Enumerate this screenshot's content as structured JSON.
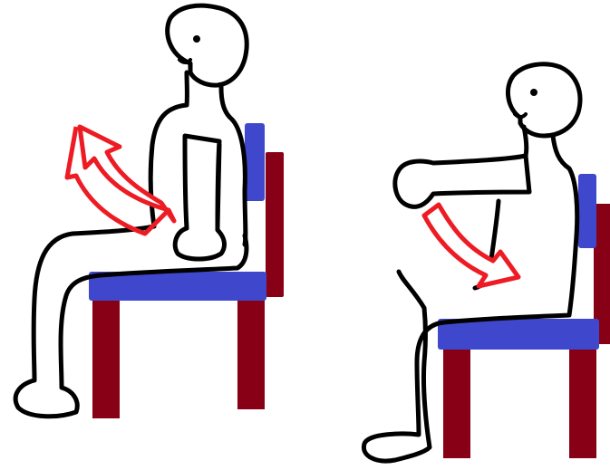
{
  "colors": {
    "background": "#ffffff",
    "outline": "#000000",
    "seat": "#3f48cc",
    "chair_frame": "#880015",
    "arrow": "#ed1c24"
  },
  "figures": [
    {
      "pose": "seated-arm-raise",
      "arrow_direction": "up"
    },
    {
      "pose": "seated-arm-lower",
      "arrow_direction": "down"
    }
  ]
}
